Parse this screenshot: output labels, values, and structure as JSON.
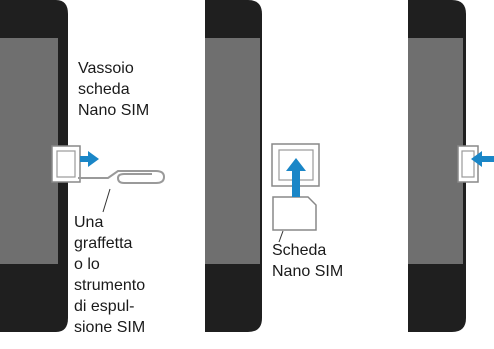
{
  "steps": [
    {
      "tray_label_lines": [
        "Vassoio",
        "scheda",
        "Nano SIM"
      ],
      "tool_label_lines": [
        "Una",
        "graffetta",
        "o lo",
        "strumento",
        "di espul-",
        "sione SIM"
      ]
    },
    {
      "card_label_lines": [
        "Scheda",
        "Nano SIM"
      ]
    },
    {}
  ],
  "colors": {
    "phone_frame": "#1f1f1f",
    "screen": "#6f6f6f",
    "arrow": "#1a86c7",
    "tray": "#9a9a9a"
  }
}
